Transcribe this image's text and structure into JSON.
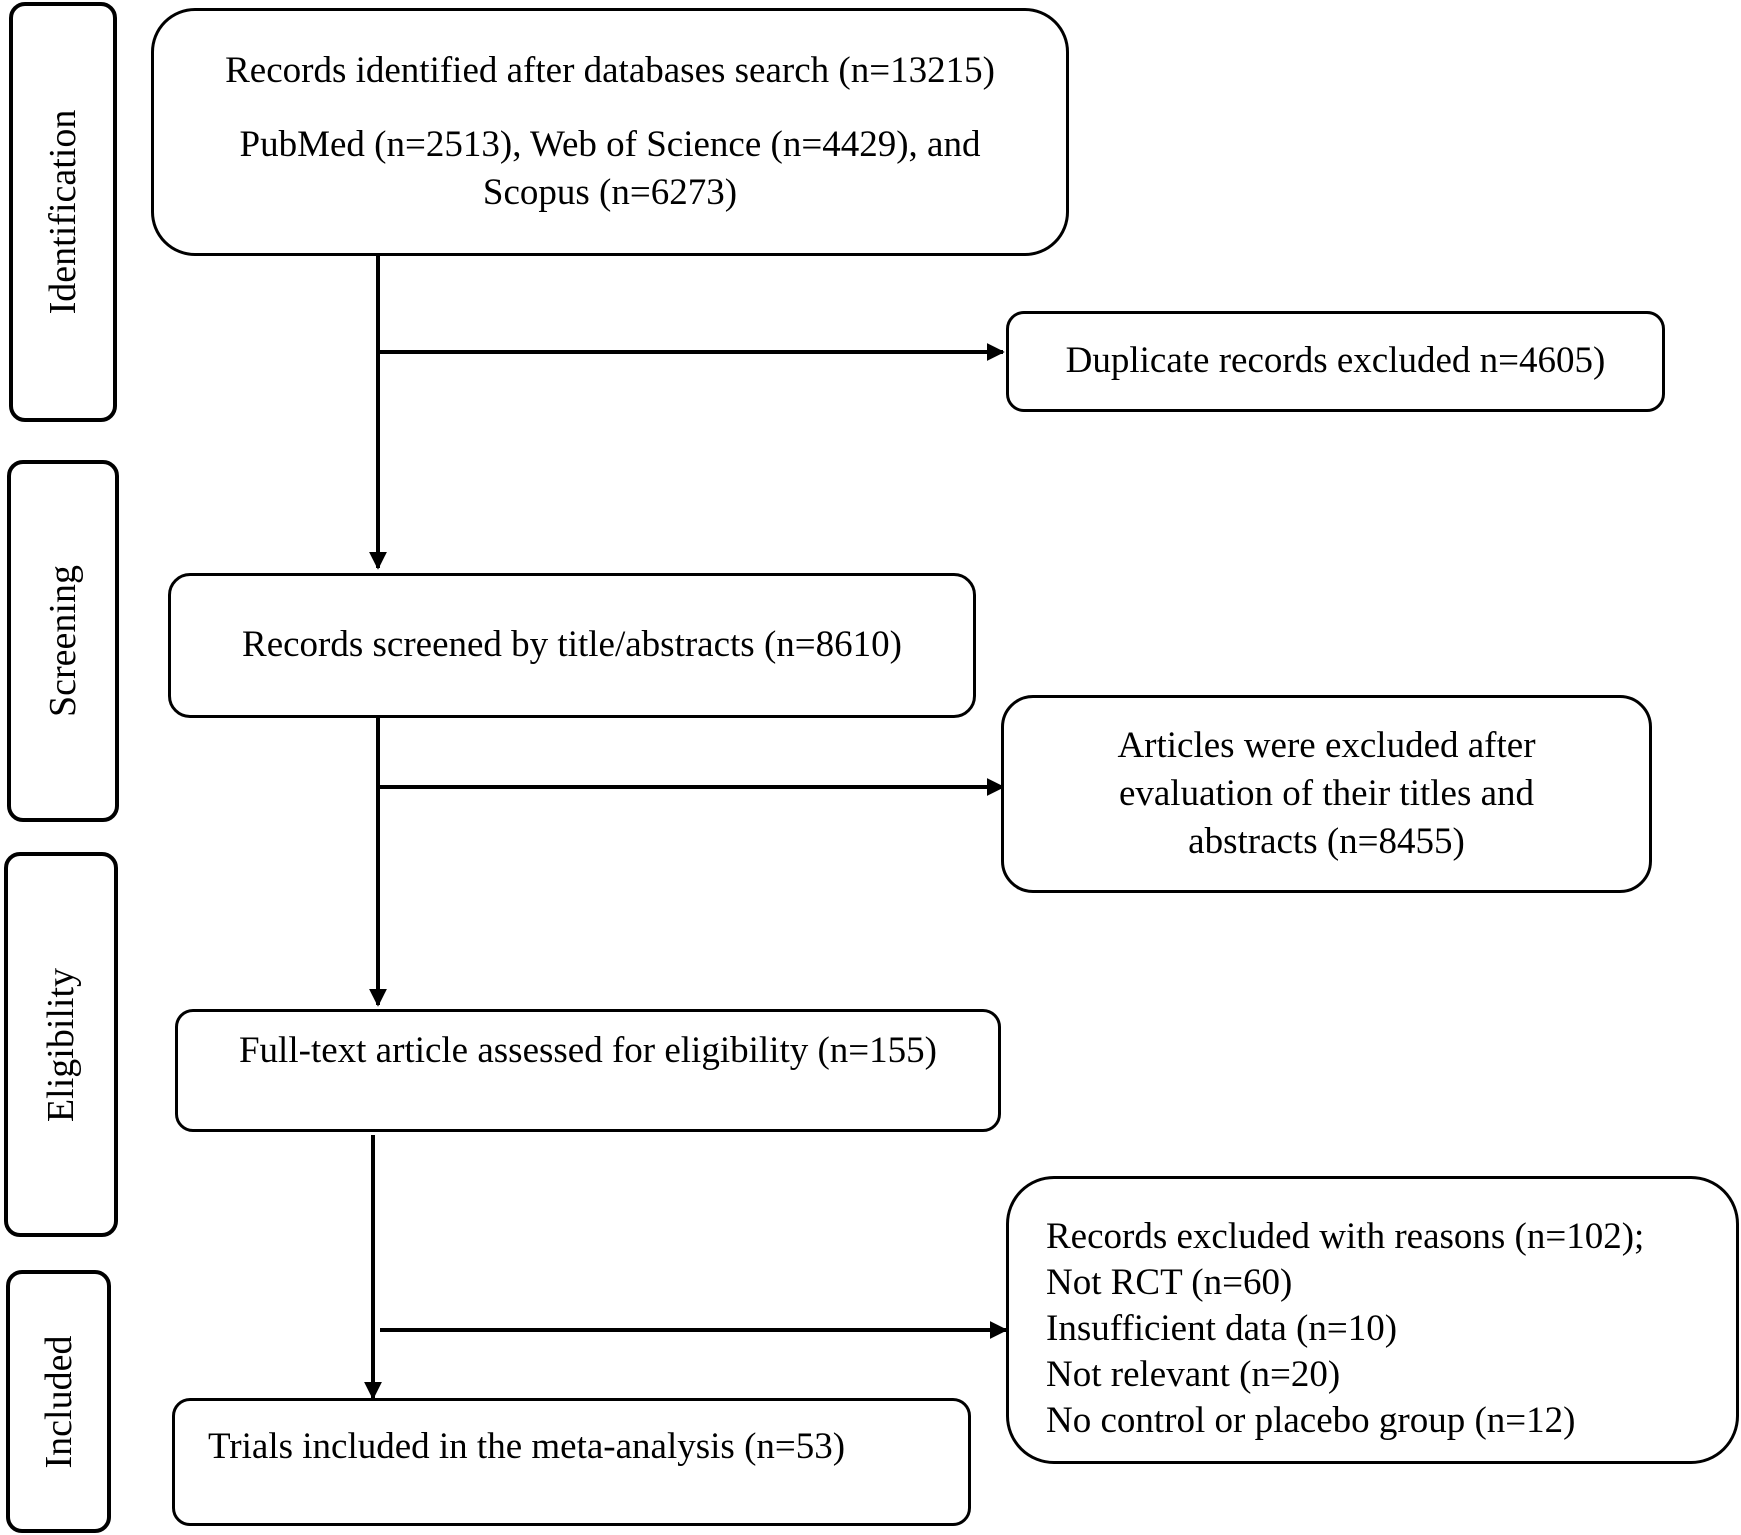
{
  "stages": {
    "identification": "Identification",
    "screening": "Screening",
    "eligibility": "Eligibility",
    "included": "Included"
  },
  "boxes": {
    "identified": {
      "line1": "Records identified after databases search (n=13215)",
      "line2": "PubMed (n=2513), Web of Science (n=4429), and",
      "line3": "Scopus (n=6273)"
    },
    "duplicates": {
      "text": "Duplicate records excluded n=4605)"
    },
    "screened": {
      "text": "Records screened by title/abstracts (n=8610)"
    },
    "excluded_titles": {
      "line1": "Articles were excluded after",
      "line2": "evaluation of their titles and",
      "line3": "abstracts (n=8455)"
    },
    "fulltext": {
      "text": "Full-text article assessed for eligibility (n=155)"
    },
    "excluded_reasons": {
      "items": [
        "Records excluded with reasons (n=102);",
        "Not RCT (n=60)",
        "Insufficient data (n=10)",
        "Not relevant (n=20)",
        "No control or placebo group (n=12)"
      ]
    },
    "included": {
      "text": "Trials included in the meta-analysis (n=53)"
    }
  }
}
